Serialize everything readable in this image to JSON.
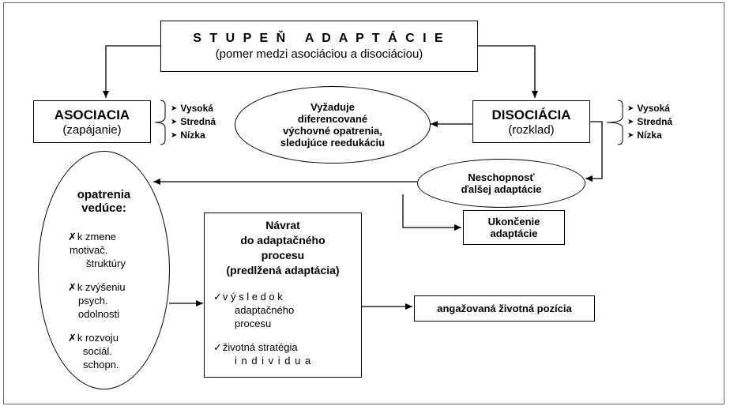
{
  "title": {
    "heading": "S T U P E Ň   A D A P T Á C I E",
    "subheading": "(pomer medzi asociáciou a disociáciou)"
  },
  "asociacia": {
    "label": "ASOCIACIA",
    "sublabel": "(zapájanie)",
    "levels": [
      "Vysoká",
      "Stredná",
      "Nízka"
    ]
  },
  "disociacia": {
    "label": "DISOCIÁCIA",
    "sublabel": "(rozklad)",
    "levels": [
      "Vysoká",
      "Stredná",
      "Nízka"
    ]
  },
  "center_oval": {
    "lines": [
      "Vyžaduje",
      "diferencované",
      "výchovné opatrenia,",
      "sledujúce reedukáciu"
    ]
  },
  "inability_oval": {
    "lines": [
      "Neschopnosť",
      "ďalšej adaptácie"
    ]
  },
  "end_box": {
    "lines": [
      "Ukončenie",
      "adaptácie"
    ]
  },
  "measures_oval": {
    "title_lines": [
      "opatrenia",
      "vedúce:"
    ],
    "items": [
      {
        "marker": "✗",
        "lines": [
          "k zmene",
          "motivač.",
          "štruktúry"
        ]
      },
      {
        "marker": "✗",
        "lines": [
          "k zvýšeniu",
          "psych.",
          "odolnosti"
        ]
      },
      {
        "marker": "✗",
        "lines": [
          "k rozvoju",
          "sociál.",
          "schopn."
        ]
      }
    ]
  },
  "return_box": {
    "title_lines": [
      "Návrat",
      "do adaptačného",
      "procesu",
      "(predlžená adaptácia)"
    ],
    "items": [
      {
        "marker": "✓",
        "lines": [
          "v ý s l e d o k",
          "adaptačného",
          "procesu"
        ]
      },
      {
        "marker": "✓",
        "lines": [
          "životná stratégia",
          "i n d i v i d u a"
        ]
      }
    ]
  },
  "result_box": {
    "label": "angažovaná životná pozícia"
  }
}
